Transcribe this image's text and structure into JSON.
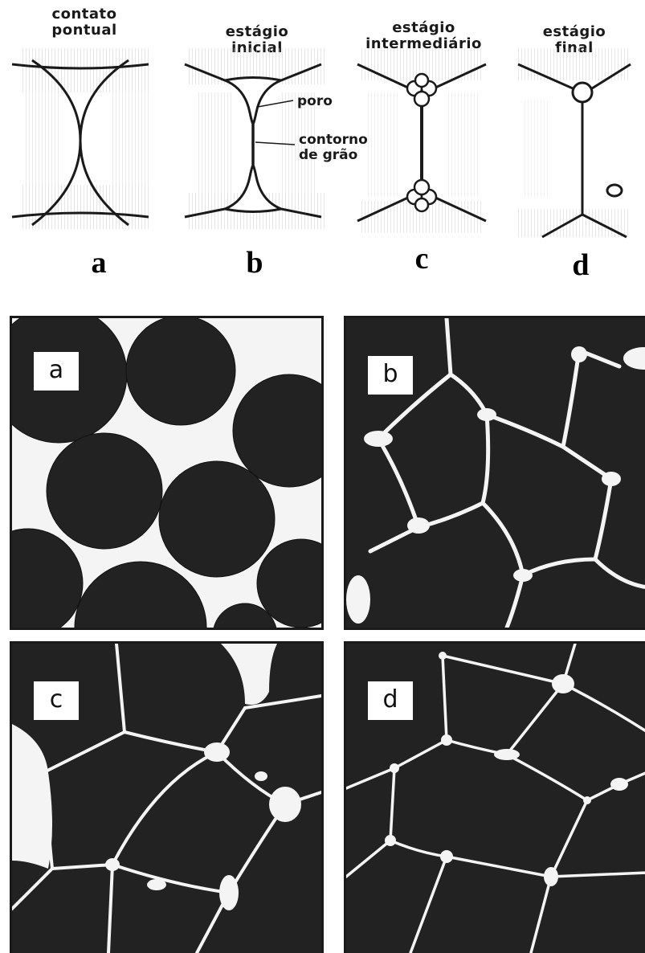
{
  "schematic": {
    "stages": [
      {
        "line1": "contato",
        "line2": "pontual",
        "letter": "a"
      },
      {
        "line1": "estágio",
        "line2": "inicial",
        "letter": "b"
      },
      {
        "line1": "estágio",
        "line2": "intermediário",
        "letter": "c"
      },
      {
        "line1": "estágio",
        "line2": "final",
        "letter": "d"
      }
    ],
    "callouts": {
      "pore": "poro",
      "boundary_line1": "contorno",
      "boundary_line2": "de grão"
    }
  },
  "micrographs": {
    "labels": [
      "a",
      "b",
      "c",
      "d"
    ]
  },
  "colors": {
    "ink": "#1a1a1a",
    "grain": "#222222",
    "pore": "#ffffff",
    "hatch": "#c8c8c8"
  }
}
